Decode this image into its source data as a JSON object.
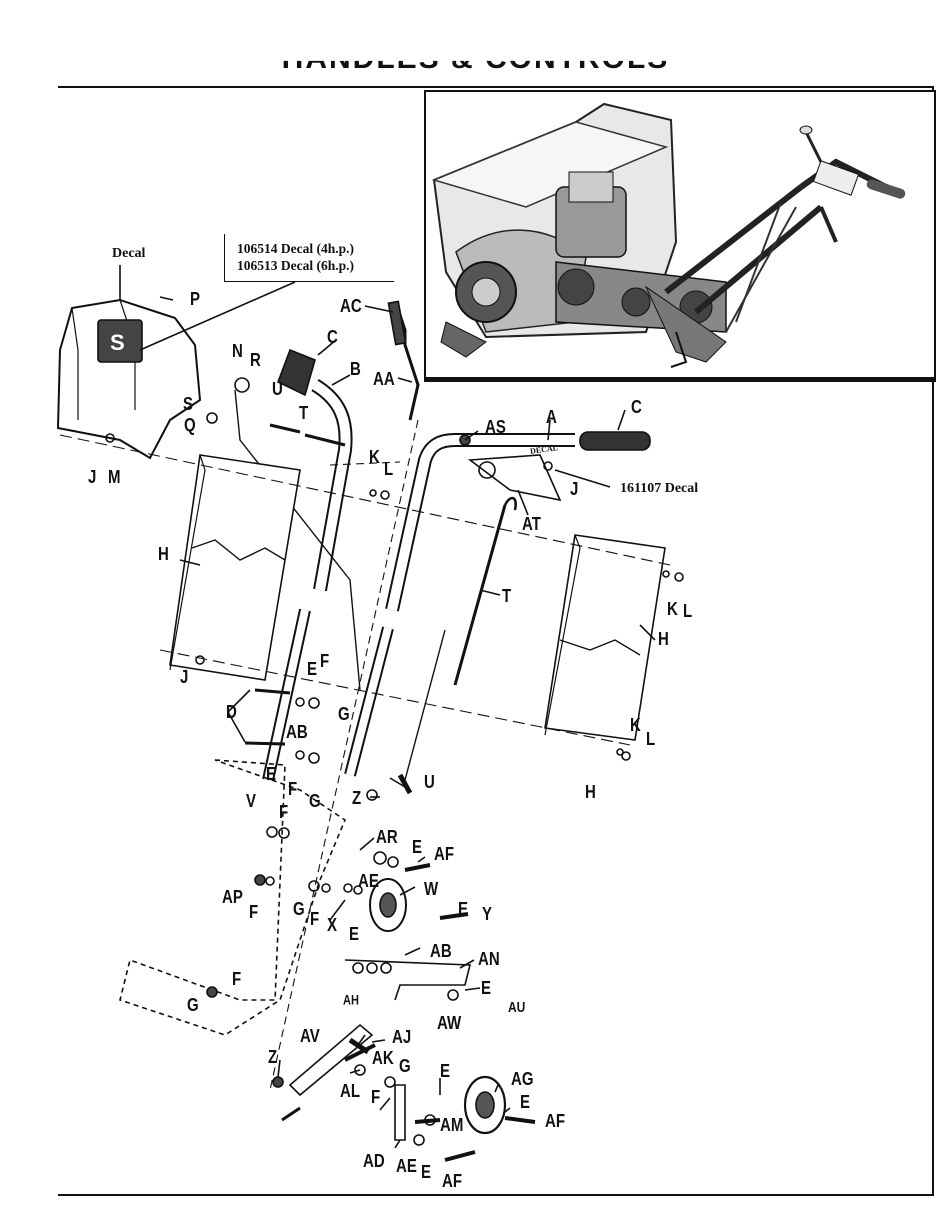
{
  "title": "HANDLES & CONTROLS",
  "decal_labels": {
    "shroud_decal": "Decal",
    "decal_4hp": "106514 Decal (4h.p.)",
    "decal_6hp": "106513 Decal (6h.p.)",
    "handle_decal": "161107 Decal",
    "handle_stamp": "DECAL"
  },
  "part_labels": {
    "P": "P",
    "AC": "AC",
    "C1": "C",
    "N": "N",
    "R": "R",
    "B": "B",
    "AA": "AA",
    "S": "S",
    "U1": "U",
    "Q": "Q",
    "T1": "T",
    "AS": "AS",
    "A": "A",
    "C2": "C",
    "J1": "J",
    "M": "M",
    "K1": "K",
    "L1": "L",
    "J2": "J",
    "AT": "AT",
    "H1": "H",
    "T2": "T",
    "K2": "K",
    "L2": "L",
    "H2": "H",
    "J3": "J",
    "D": "D",
    "E1": "E",
    "F1": "F",
    "AB1": "AB",
    "G1": "G",
    "K3": "K",
    "L3": "L",
    "E2": "E",
    "F2": "F",
    "G2": "G",
    "H3": "H",
    "V": "V",
    "Z1": "Z",
    "U2": "U",
    "F3": "F",
    "AR": "AR",
    "E3": "E",
    "AF1": "AF",
    "AE1": "AE",
    "W": "W",
    "AP": "AP",
    "F4": "F",
    "G3": "G",
    "F5": "F",
    "X": "X",
    "E4": "E",
    "E5": "E",
    "Y": "Y",
    "AB2": "AB",
    "AN": "AN",
    "F6": "F",
    "G4": "G",
    "AH": "AH",
    "E6": "E",
    "AU": "AU",
    "AW": "AW",
    "AV": "AV",
    "AJ": "AJ",
    "Z2": "Z",
    "AK": "AK",
    "G5": "G",
    "E7": "E",
    "AG": "AG",
    "AL": "AL",
    "F7": "F",
    "E8": "E",
    "AM": "AM",
    "AF2": "AF",
    "AD": "AD",
    "AE2": "AE",
    "E9": "E",
    "AF3": "AF"
  }
}
